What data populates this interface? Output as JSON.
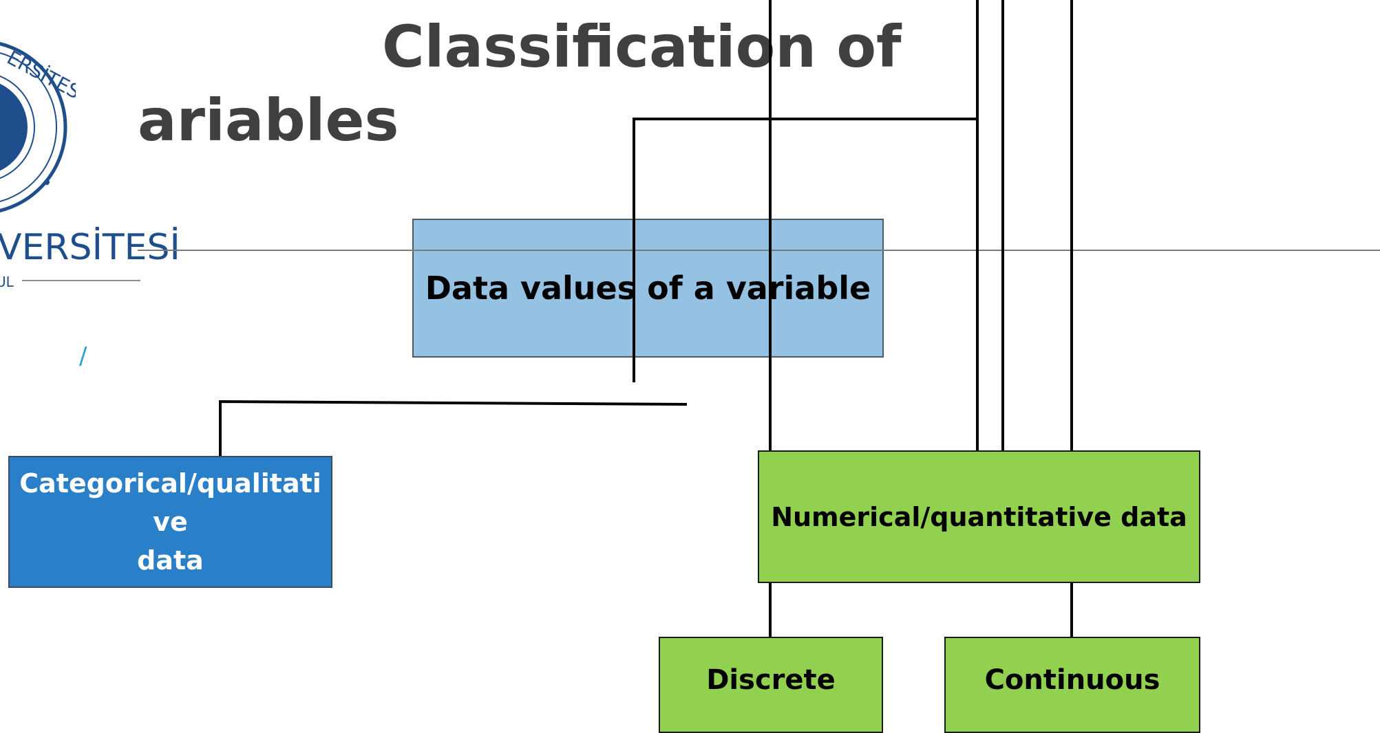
{
  "slide": {
    "title_line1": "Classification of",
    "title_line2": "ariables",
    "logo_text": "VERSİTESİ",
    "logo_subtext": "UL",
    "logo_ring_text": "ERSİTESİ",
    "slash_mark": "/"
  },
  "diagram": {
    "root": "Data values of a variable",
    "categorical": "Categorical/qualitati\nve\ndata",
    "numerical": "Numerical/quantitative  data",
    "discrete": "Discrete",
    "continuous": "Continuous"
  },
  "colors": {
    "title": "#404040",
    "root_box": "#95c1e3",
    "categorical_box": "#2a80c8",
    "numerical_box": "#92d050",
    "logo_blue": "#1f4e8c"
  }
}
